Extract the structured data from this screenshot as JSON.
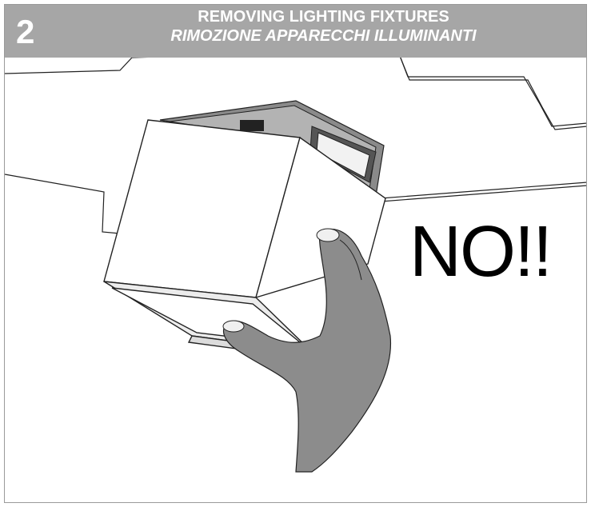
{
  "step": {
    "number": "2"
  },
  "title": {
    "english": "REMOVING LIGHTING FIXTURES",
    "italian": "RIMOZIONE APPARECCHI ILLUMINANTI"
  },
  "warning": {
    "text": "NO!!"
  },
  "colors": {
    "header_bg": "#a6a6a6",
    "header_text": "#ffffff",
    "hand": "#8c8c8c",
    "line": "#222222",
    "warning_text": "#000000"
  }
}
